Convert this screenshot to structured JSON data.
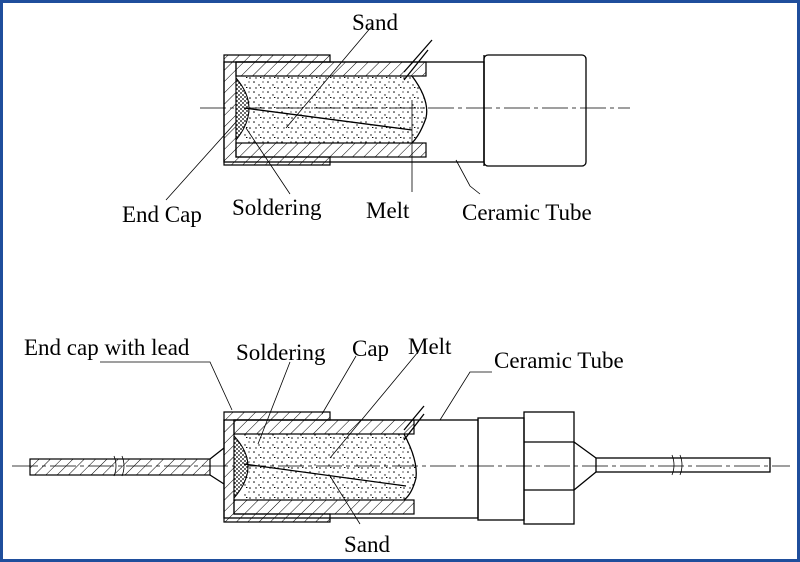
{
  "diagram_top": {
    "labels": {
      "sand": "Sand",
      "end_cap": "End Cap",
      "soldering": "Soldering",
      "melt": "Melt",
      "ceramic_tube": "Ceramic Tube"
    }
  },
  "diagram_bottom": {
    "labels": {
      "end_cap_with_lead": "End cap with lead",
      "soldering": "Soldering",
      "cap": "Cap",
      "melt": "Melt",
      "ceramic_tube": "Ceramic Tube",
      "sand": "Sand"
    }
  },
  "colors": {
    "frame_border": "#1f4e9c",
    "lines": "#000000",
    "background": "#ffffff"
  }
}
